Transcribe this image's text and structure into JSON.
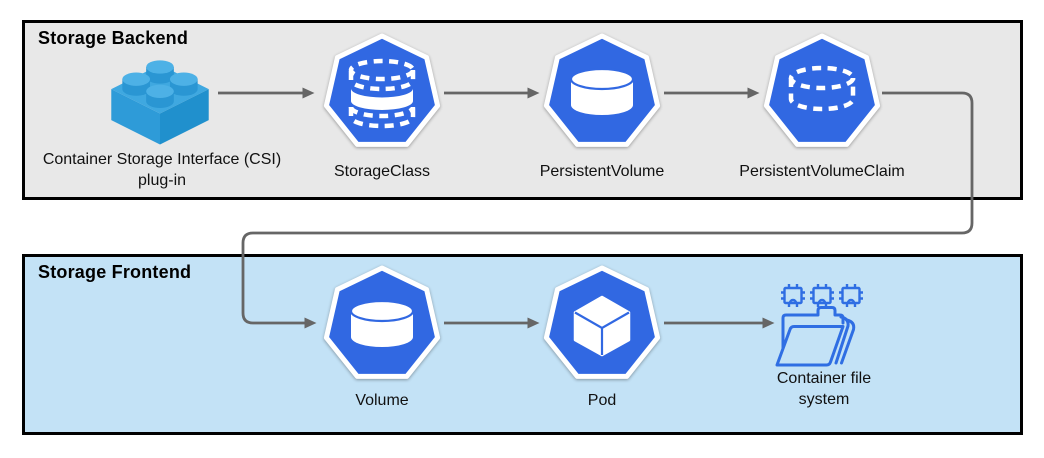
{
  "backend": {
    "title": "Storage Backend",
    "csi_plugin": {
      "label": "Container Storage Interface (CSI) plug-in",
      "icon": "lego-brick-icon"
    },
    "storage_class": {
      "label": "StorageClass",
      "icon": "database-stack-dashed-icon"
    },
    "persistent_volume": {
      "label": "PersistentVolume",
      "icon": "cylinder-solid-icon"
    },
    "persistent_volume_claim": {
      "label": "PersistentVolumeClaim",
      "icon": "cylinder-dashed-icon"
    }
  },
  "frontend": {
    "title": "Storage Frontend",
    "volume": {
      "label": "Volume",
      "icon": "cylinder-solid-icon"
    },
    "pod": {
      "label": "Pod",
      "icon": "cube-icon"
    },
    "container_file_system": {
      "label": "Container file system",
      "icon": "folder-with-chips-icon"
    }
  },
  "colors": {
    "backend_background": "#e8e8e8",
    "frontend_background": "#c3e2f6",
    "node_blue": "#3168e2",
    "csi_brick_blue": "#2e9bd8",
    "file_icon_blue": "#2f6ee3",
    "arrow_gray": "#666666",
    "section_border": "#000000"
  }
}
